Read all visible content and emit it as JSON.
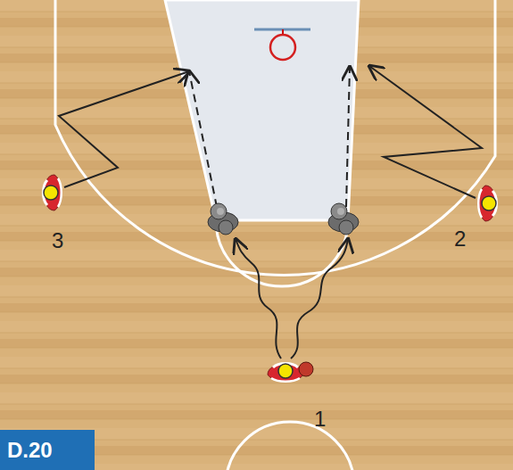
{
  "diagram": {
    "labels": [
      "3",
      "2",
      "1",
      "D.20"
    ]
  }
}
